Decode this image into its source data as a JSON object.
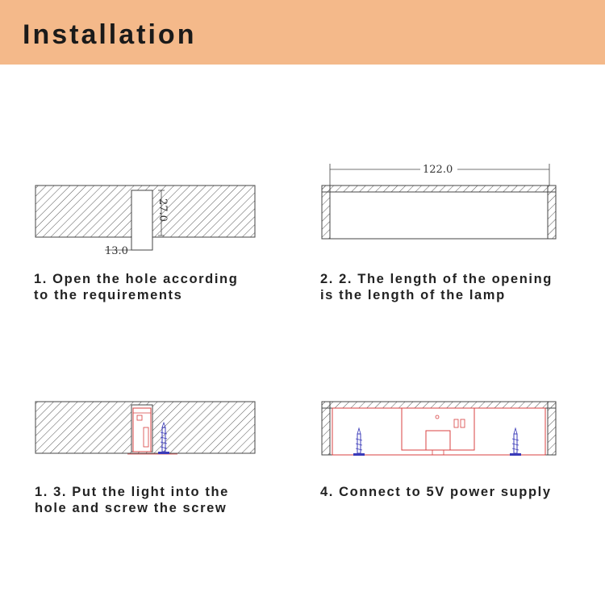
{
  "header": {
    "title": "Installation",
    "background": "#f4b98a"
  },
  "steps": [
    {
      "line1": "1. Open the hole according",
      "line2": "to the requirements"
    },
    {
      "line1": "2. 2. The length of the opening",
      "line2": "is the length of the lamp"
    },
    {
      "line1": "1. 3. Put the light into the",
      "line2": "hole and screw the screw"
    },
    {
      "line1": "4. Connect to 5V power supply",
      "line2": ""
    }
  ],
  "dimensions": {
    "height": "27.0",
    "width": "13.0",
    "length": "122.0"
  },
  "colors": {
    "lamp_outline": "#d84040",
    "screw": "#3a3ab8",
    "hatch": "#555555"
  }
}
